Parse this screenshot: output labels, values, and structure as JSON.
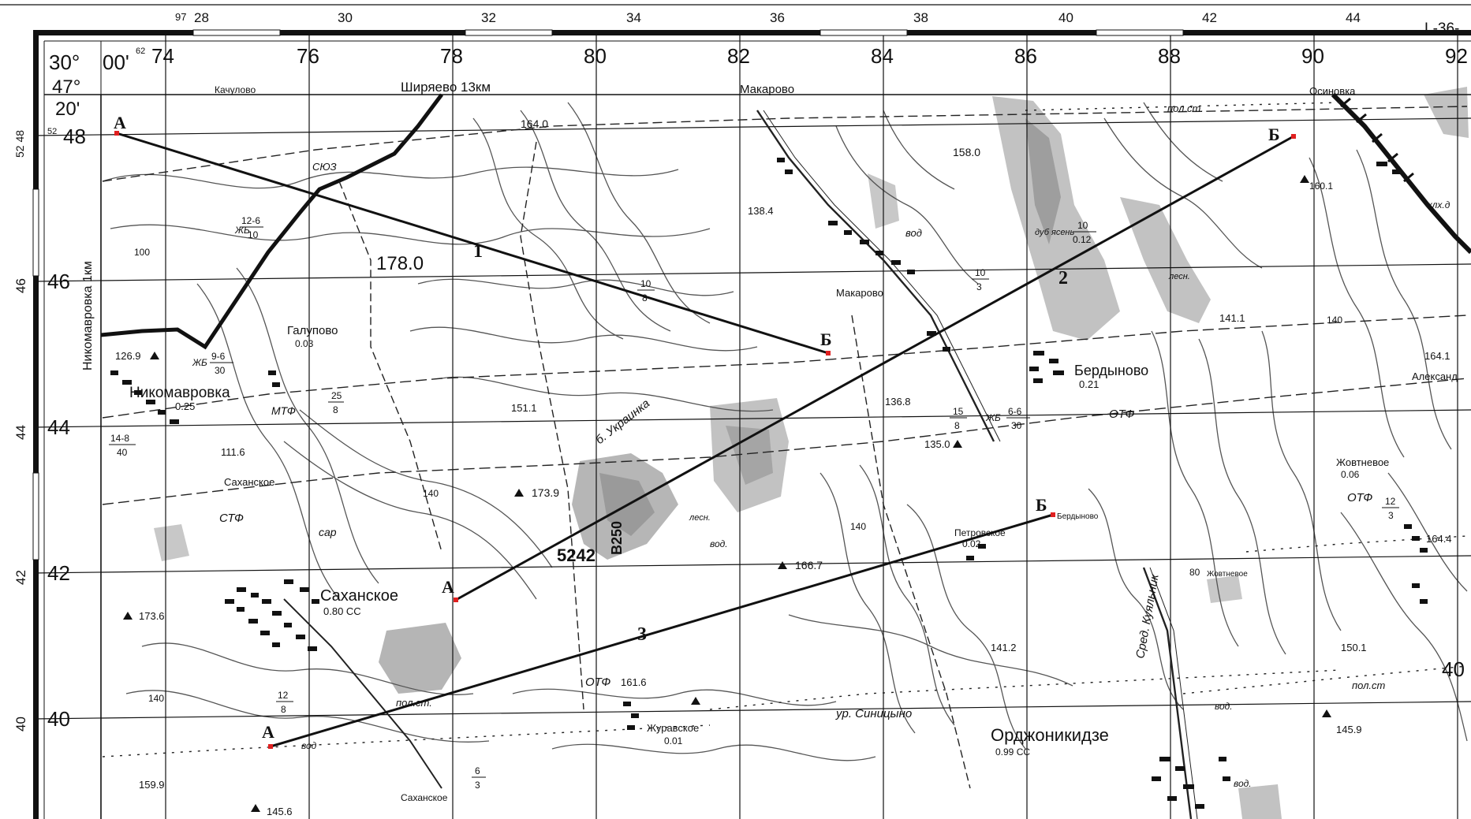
{
  "sheet": {
    "sheet_code": "L-36-",
    "corner_longitude": "30°",
    "corner_longitude_minutes": "00'",
    "corner_latitude": "47°",
    "corner_latitude_minutes": "20'",
    "corner_small_top": "62",
    "corner_small_left": "52",
    "grid_top_left_small": "97",
    "outer_top_numbers": [
      "28",
      "30",
      "32",
      "34",
      "36",
      "38",
      "40",
      "42",
      "44"
    ],
    "top_easting_labels": [
      "74",
      "76",
      "78",
      "80",
      "82",
      "84",
      "86",
      "88",
      "90",
      "92"
    ],
    "left_northing_labels": [
      "48",
      "46",
      "44",
      "42",
      "40"
    ],
    "outer_left_numbers": [
      "52 48",
      "46",
      "44",
      "42",
      "40"
    ],
    "right_edge_label": "40",
    "side_road_note": "Никомавровка 1км",
    "top_road_note": "Ширяево 13км"
  },
  "settlements": {
    "kachulovo": "Качулово",
    "makarovo_top": "Макарово",
    "osinovka": "Осиновка",
    "galupovo": "Галупово",
    "galupovo_size": "0.03",
    "nikomavrovka": "Никомавровка",
    "nikomavrovka_size": "0.25",
    "sakhanskoe": "Саханское",
    "sakhanskoe_size": "0.80 СС",
    "sakhanskoe_small": "Саханское",
    "sakhanskoe_bottom": "Саханское",
    "makarovo_mid": "Макарово",
    "berdynovo": "Бердыново",
    "berdynovo_size": "0.21",
    "berdynovo_small": "Бердыново",
    "petrovskoe": "Петровское",
    "petrovskoe_size": "0.02",
    "zhovtnevoe": "Жовтневое",
    "zhovtnevoe_size": "0.06",
    "zhovtnevoe_small": "Жовтневое",
    "zhuravskoe": "Журавское",
    "zhuravskoe_size": "0.01",
    "ordzhonikidze": "Орджоникидзе",
    "ordzhonikidze_size": "0.99 СС",
    "aleksand": "Александ"
  },
  "elevations": [
    "164.0",
    "158.0",
    "160.1",
    "138.4",
    "178.0",
    "126.9",
    "111.6",
    "151.1",
    "173.9",
    "136.8",
    "135.0",
    "141.1",
    "164.1",
    "166.7",
    "164.4",
    "173.6",
    "141.2",
    "150.1",
    "161.6",
    "145.9",
    "159.9",
    "145.6"
  ],
  "feature_labels": {
    "mtf": "МТФ",
    "stf": "СТФ",
    "otf_1": "ОТФ",
    "otf_2": "ОТФ",
    "otf_3": "ОТФ",
    "zhb_1": "ЖБ",
    "zhb_2": "ЖБ",
    "zhb_3": "ЖБ",
    "vod_1": "вод",
    "vod_2": "вод.",
    "vod_3": "вод",
    "vod_4": "вод.",
    "vod_5": "вод.",
    "sar": "сар",
    "pol_st_1": "пол.ст.",
    "pol_st_2": "пол.ст.",
    "pol_st_3": "пол.ст",
    "les_1": "лесн.",
    "les_2": "лесн.",
    "forest_type": "дуб ясень",
    "gully_ukrainka": "б. Украинка",
    "gully_kuyalnik": "Сред. Куяльник",
    "tract_sinitsyno": "ур. Синицыно",
    "klkh": "клх.д",
    "big_number": "5242",
    "gully_code": "В250",
    "road_sym": "СЮЗ"
  },
  "road_fractions": [
    {
      "top": "12-6",
      "bottom": "10"
    },
    {
      "top": "9-6",
      "bottom": "30"
    },
    {
      "top": "14-8",
      "bottom": "40"
    },
    {
      "top": "25",
      "bottom": "8"
    },
    {
      "top": "10",
      "bottom": "8"
    },
    {
      "top": "10",
      "bottom": "3"
    },
    {
      "top": "6-6",
      "bottom": "30"
    },
    {
      "top": "15",
      "bottom": "8"
    },
    {
      "top": "10",
      "bottom": "0.12"
    },
    {
      "top": "12",
      "bottom": "3"
    },
    {
      "top": "12",
      "bottom": "8"
    },
    {
      "top": "6",
      "bottom": "3"
    }
  ],
  "contour_labels": [
    "100",
    "140",
    "140",
    "140",
    "140",
    "80"
  ],
  "routes": [
    {
      "id": "1",
      "start_label": "А",
      "end_label": "Б"
    },
    {
      "id": "2",
      "start_label": "А",
      "end_label": "Б"
    },
    {
      "id": "3",
      "start_label": "А",
      "end_label": "Б"
    }
  ],
  "colors": {
    "ink": "#111111",
    "contour": "#555555",
    "forest": "#bdbdbd",
    "forest_dark": "#9a9a9a",
    "marker": "#e02020",
    "background": "#ffffff"
  }
}
